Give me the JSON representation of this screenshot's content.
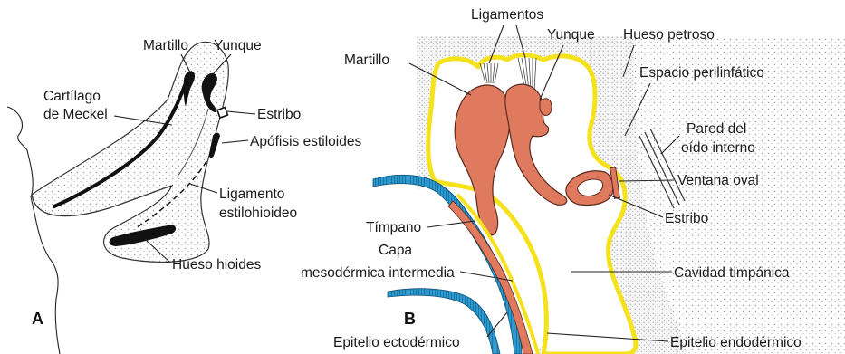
{
  "panel_a": {
    "letter": "A",
    "labels": {
      "martillo": "Martillo",
      "yunque": "Yunque",
      "cartilago_line1": "Cartílago",
      "cartilago_line2": "de Meckel",
      "estribo": "Estribo",
      "apofisis": "Apófisis estiloides",
      "ligamento_line1": "Ligamento",
      "ligamento_line2": "estilohioideo",
      "hueso_hioides": "Hueso hioides"
    }
  },
  "panel_b": {
    "letter": "B",
    "labels": {
      "ligamentos": "Ligamentos",
      "yunque": "Yunque",
      "hueso_petroso": "Hueso petroso",
      "martillo": "Martillo",
      "espacio_perilinfatico": "Espacio perilinfático",
      "pared_line1": "Pared del",
      "pared_line2": "oído interno",
      "ventana_oval": "Ventana oval",
      "estribo": "Estribo",
      "timpano": "Tímpano",
      "capa_line1": "Capa",
      "capa_line2": "mesodérmica intermedia",
      "cavidad_timpanica": "Cavidad timpánica",
      "epitelio_ectodermico": "Epitelio ectodérmico",
      "epitelio_endodermico": "Epitelio endodérmico"
    }
  },
  "colors": {
    "ossicle": "#e07a5f",
    "ossicle_outline": "#5a2a1e",
    "membrane_yellow": "#f5e21c",
    "ectoderm_blue": "#2a9ad0",
    "stipple": "#c9c9c9",
    "ink": "#1a1a1a"
  }
}
